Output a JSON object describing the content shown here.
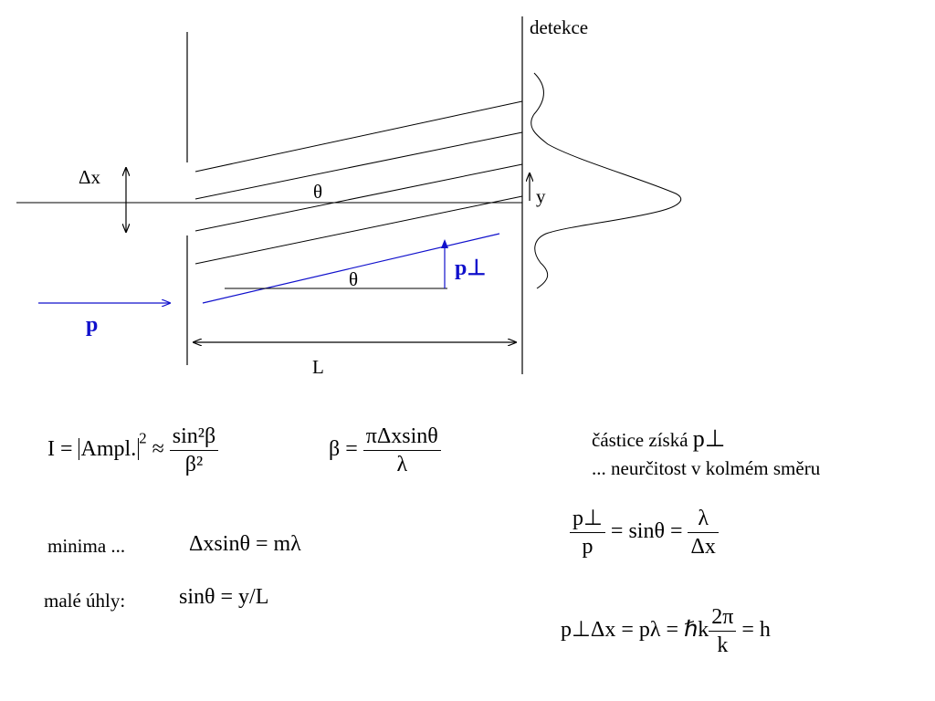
{
  "diagram": {
    "detector_label": "detekce",
    "delta_x_label": "Δx",
    "theta_label": "θ",
    "theta_small_label": "θ",
    "y_label": "y",
    "p_label": "p",
    "p_perp_label": "p⊥",
    "L_label": "L",
    "colors": {
      "line": "#000000",
      "momentum": "#1010cc"
    }
  },
  "equations": {
    "intensity": {
      "lhs": "I = ",
      "ampl": "Ampl.",
      "exp": "2",
      "approx": " ≈ ",
      "num": "sin²β",
      "den": "β²"
    },
    "beta": {
      "lhs": "β = ",
      "num": "πΔxsinθ",
      "den": "λ"
    },
    "minima_label": "minima ...",
    "minima_eq": "Δxsinθ = mλ",
    "small_angles_label": "malé úhly:",
    "small_angles_eq": "sinθ = y/L",
    "particle_text_1": "částice získá",
    "particle_text_1_sym": "p⊥",
    "particle_text_2": "... neurčitost v kolmém směru",
    "ratio": {
      "num1": "p⊥",
      "den1": "p",
      "mid": " = sinθ = ",
      "num2": "λ",
      "den2": "Δx"
    },
    "final": {
      "lhs": "p⊥Δx = pλ = ℏk",
      "num": "2π",
      "den": "k",
      "rhs": " = h"
    }
  }
}
